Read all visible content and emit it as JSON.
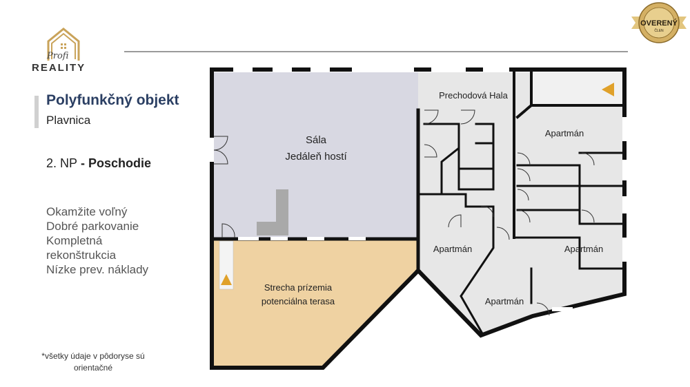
{
  "logo": {
    "script": "Profi",
    "word": "REALITY",
    "color": "#c9a35a"
  },
  "badge": {
    "text": "OVERENÝ",
    "subtext": "ČLEN",
    "color": "#d4b064"
  },
  "header": {
    "title": "Polyfunkčný objekt",
    "location": "Plavnica"
  },
  "floor": {
    "level": "2. NP",
    "separator": " - ",
    "name": "Poschodie"
  },
  "features": [
    "Okamžite voľný",
    "Dobré parkovanie",
    "Kompletná",
    "rekonštrukcia",
    "Nízke prev. náklady"
  ],
  "note": "*všetky údaje v pôdoryse sú orientačné",
  "plan": {
    "rooms": {
      "sala_1": "Sála",
      "sala_2": "Jedáleň hostí",
      "hall": "Prechodová Hala",
      "apt_1": "Apartmán",
      "apt_2": "Apartmán",
      "apt_3": "Apartmán",
      "apt_4": "Apartmán",
      "terrace_1": "Strecha prízemia",
      "terrace_2": "potenciálna terasa"
    },
    "colors": {
      "sala": "#d8d8e2",
      "terrace": "#efd2a2",
      "rooms": "#e7e7e7",
      "wall": "#111111",
      "stair_arrow": "#e0a12a"
    }
  }
}
